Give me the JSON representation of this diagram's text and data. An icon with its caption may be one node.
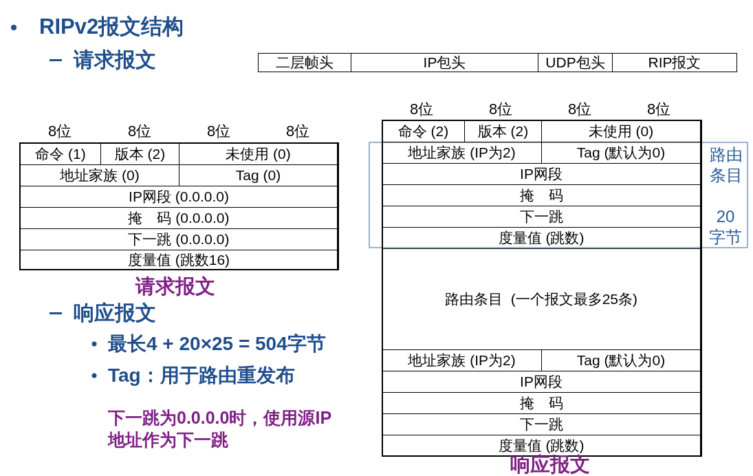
{
  "diagram": {
    "title": "RIPv2报文结构",
    "labels": [
      "请求报文",
      "二层帧头",
      "IP包头",
      "UDP包头",
      "RIP报文",
      "8位",
      "8位",
      "8位",
      "8位",
      "8位",
      "8位",
      "8位",
      "8位",
      "命令 (2)",
      "版本 (2)",
      "未使用 (0)",
      "命令 (1)",
      "版本 (2)",
      "未使用 (0)",
      "地址家族 (IP为2)",
      "Tag (默认为0)",
      "路由条目",
      "地址家族 (0)",
      "Tag (0)",
      "IP网段",
      "IP网段 (0.0.0.0)",
      "掩　码",
      "掩　码 (0.0.0.0)",
      "下一跳",
      "20字节",
      "下一跳 (0.0.0.0)",
      "度量值 (跳数)",
      "度量值 (跳数16)",
      "路由条目  (一个报文最多25条)",
      "请求报文",
      "响应报文",
      "最长4 + 20×25 = 504字节",
      "Tag：用于路由重发布",
      "地址家族 (IP为2)",
      "Tag (默认为0)",
      "IP网段",
      "掩　码",
      "下一跳",
      "下一跳为0.0.0.0时，使用源IP地址作为下一跳",
      "度量值 (跳数)",
      "响应报文"
    ]
  }
}
